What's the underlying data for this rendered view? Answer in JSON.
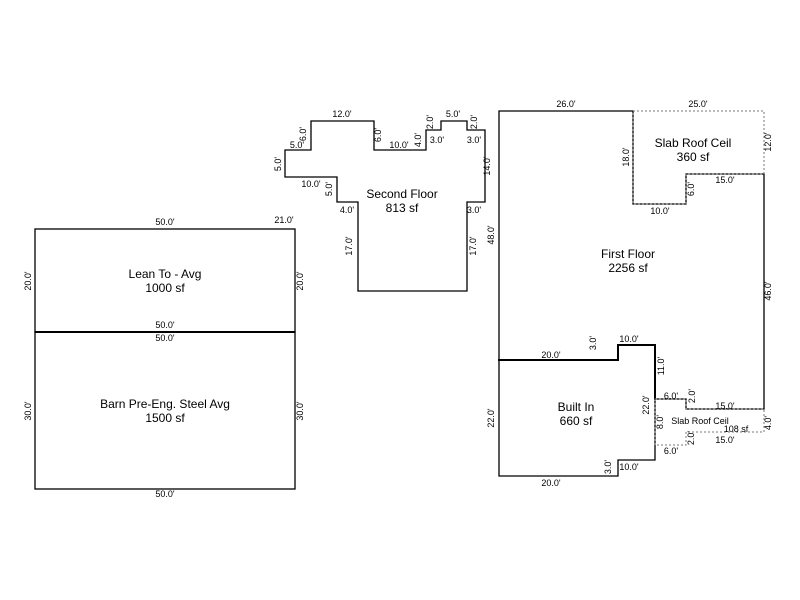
{
  "areas": {
    "lean_to": {
      "name": "Lean To - Avg",
      "area": "1000 sf"
    },
    "barn": {
      "name": "Barn Pre-Eng. Steel Avg",
      "area": "1500 sf"
    },
    "second_floor": {
      "name": "Second Floor",
      "area": "813 sf"
    },
    "first_floor": {
      "name": "First Floor",
      "area": "2256 sf"
    },
    "slab_top": {
      "name": "Slab Roof Ceil",
      "area": "360 sf"
    },
    "built_in": {
      "name": "Built In",
      "area": "660 sf"
    },
    "slab_bottom": {
      "name": "Slab Roof Ceil",
      "area": "108 sf"
    }
  },
  "dims": {
    "lt_top": "50.0'",
    "lt_top_right": "21.0'",
    "lt_left": "20.0'",
    "lt_right": "20.0'",
    "lt_bottom": "50.0'",
    "barn_top": "50.0'",
    "barn_left": "30.0'",
    "barn_right": "30.0'",
    "barn_bottom": "50.0'",
    "sf_12": "12.0'",
    "sf_6a": "6.0'",
    "sf_5a": "5.0'",
    "sf_5b": "5.0'",
    "sf_10a": "10.0'",
    "sf_5c": "5.0'",
    "sf_4a": "4.0'",
    "sf_17a": "17.0'",
    "sf_6b": "6.0'",
    "sf_10b": "10.0'",
    "sf_4b": "4.0'",
    "sf_2a": "2.0'",
    "sf_3a": "3.0'",
    "sf_5d": "5.0'",
    "sf_2b": "2.0'",
    "sf_3b": "3.0'",
    "sf_14": "14.0'",
    "sf_3c": "3.0'",
    "sf_17b": "17.0'",
    "ff_26": "26.0'",
    "ff_25": "25.0'",
    "ff_18": "18.0'",
    "ff_12": "12.0'",
    "ff_10a": "10.0'",
    "ff_6a": "6.0'",
    "ff_15a": "15.0'",
    "ff_48": "48.0'",
    "ff_46": "46.0'",
    "ff_3a": "3.0'",
    "ff_10b": "10.0'",
    "ff_20a": "20.0'",
    "ff_11": "11.0'",
    "ff_6b": "6.0'",
    "ff_2a": "2.0'",
    "ff_15b": "15.0'",
    "ff_22a": "22.0'",
    "ff_22b": "22.0'",
    "ff_8": "8.0'",
    "ff_4": "4.0'",
    "ff_2b": "2.0'",
    "ff_6c": "6.0'",
    "ff_15c": "15.0'",
    "ff_3b": "3.0'",
    "ff_10c": "10.0'",
    "ff_20b": "20.0'"
  }
}
